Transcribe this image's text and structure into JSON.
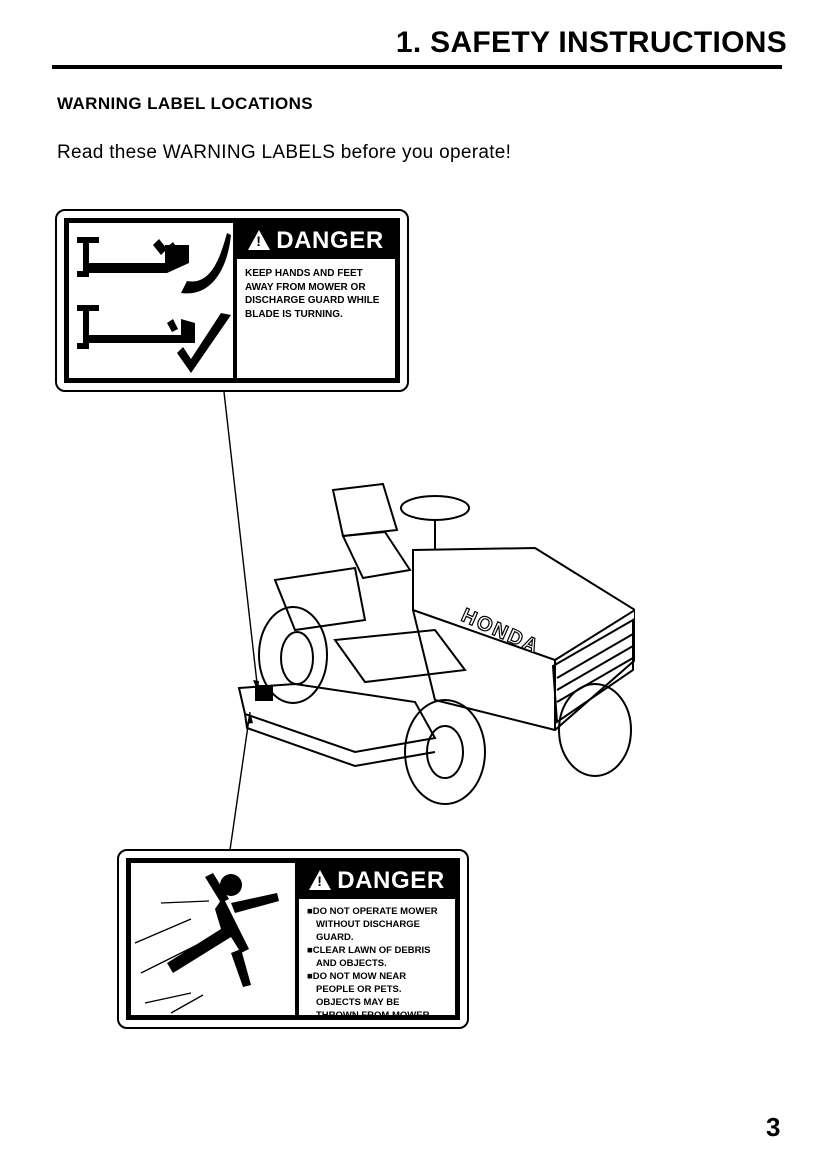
{
  "header": {
    "section_title": "1. SAFETY INSTRUCTIONS"
  },
  "content": {
    "subheading": "WARNING LABEL LOCATIONS",
    "intro": "Read these WARNING LABELS before you operate!"
  },
  "label_top": {
    "heading": "DANGER",
    "text": "KEEP HANDS AND FEET AWAY FROM MOWER OR DISCHARGE GUARD WHILE BLADE IS TURNING."
  },
  "label_bottom": {
    "heading": "DANGER",
    "lines": [
      "■DO NOT OPERATE MOWER",
      "WITHOUT DISCHARGE",
      "GUARD.",
      "■CLEAR LAWN OF DEBRIS",
      "AND OBJECTS.",
      "■DO NOT MOW NEAR",
      "PEOPLE OR PETS.",
      "OBJECTS MAY BE",
      "THROWN FROM MOWER."
    ]
  },
  "illustration": {
    "brand": "HONDA"
  },
  "footer": {
    "page_number": "3"
  }
}
